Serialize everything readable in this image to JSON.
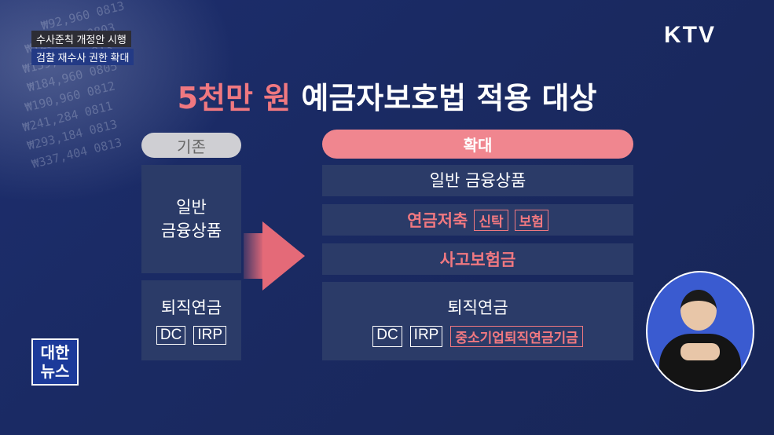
{
  "news_tags": [
    "수사준칙 개정안 시행",
    "검찰 재수사 권한 확대"
  ],
  "channel": "KTV",
  "title": {
    "highlight": "5천만 원",
    "rest": "예금자보호법 적용 대상"
  },
  "left": {
    "header": "기존",
    "box1": [
      "일반",
      "금융상품"
    ],
    "box2": {
      "label": "퇴직연금",
      "tags": [
        "DC",
        "IRP"
      ]
    }
  },
  "right": {
    "header": "확대",
    "row1": "일반 금융상품",
    "row2": {
      "label": "연금저축",
      "tags": [
        "신탁",
        "보험"
      ]
    },
    "row3": "사고보험금",
    "row4": {
      "label": "퇴직연금",
      "tags": [
        "DC",
        "IRP"
      ],
      "extra": "중소기업퇴직연금기금"
    }
  },
  "logo": [
    "대한",
    "뉴스"
  ],
  "ledger_text": "      ₩92,960 0813\n   ₩123,960 0803\n  ₩139,720 0813\n  ₩184,960 0805\n ₩190,960 0812\n₩241,284 0811\n₩293,184 0813\n₩337,404 0813"
}
